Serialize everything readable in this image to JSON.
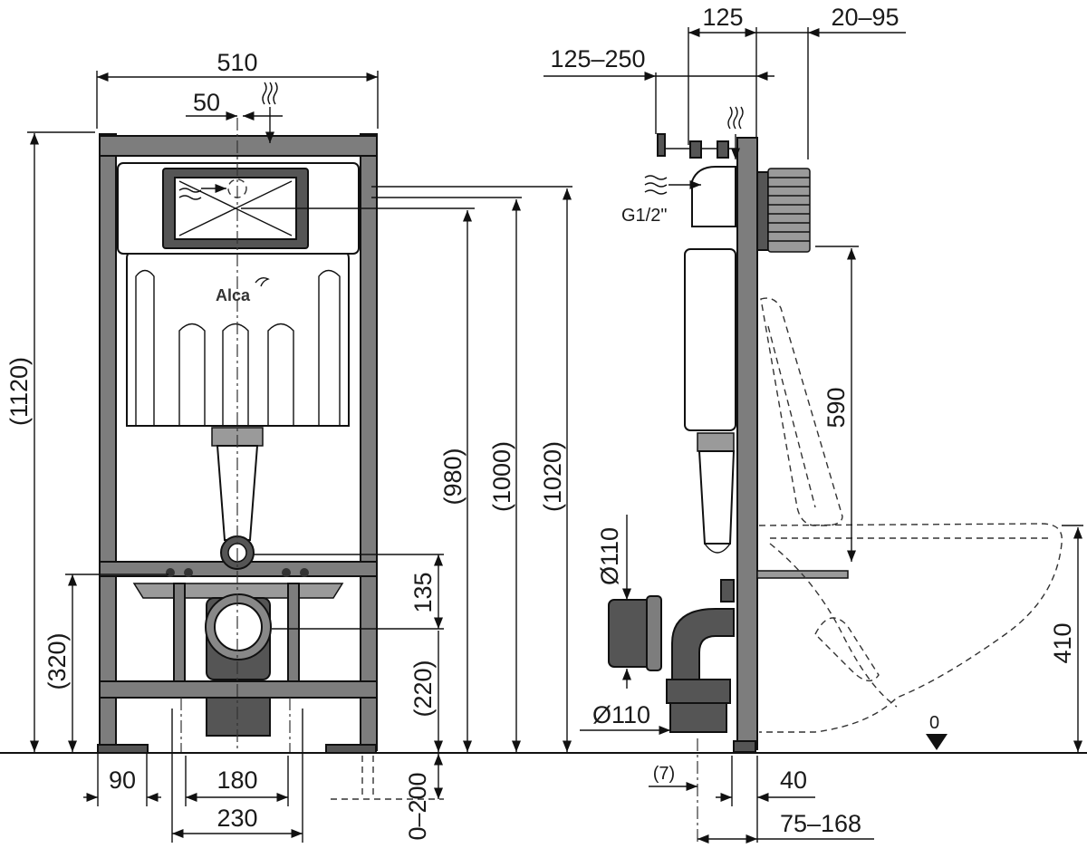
{
  "front_view": {
    "dims": {
      "width_total": "510",
      "offset_top": "50",
      "height_total": "(1120)",
      "flush_980": "(980)",
      "flush_1000": "(1000)",
      "flush_1020": "(1020)",
      "pipe_135": "135",
      "pipe_220": "(220)",
      "height_320": "(320)",
      "foot_90": "90",
      "spacing_180": "180",
      "spacing_230": "230",
      "adjust_0_200": "0–200"
    },
    "brand": "Alca"
  },
  "side_view": {
    "dims": {
      "depth_125": "125",
      "offset_20_95": "20–95",
      "depth_125_250": "125–250",
      "thread_g12": "G1/2\"",
      "height_590": "590",
      "pipe_diam_upper": "Ø110",
      "pipe_diam_lower": "Ø110",
      "height_410": "410",
      "floor_zero": "0",
      "offset_7": "(7)",
      "offset_40": "40",
      "range_75_168": "75–168"
    }
  }
}
